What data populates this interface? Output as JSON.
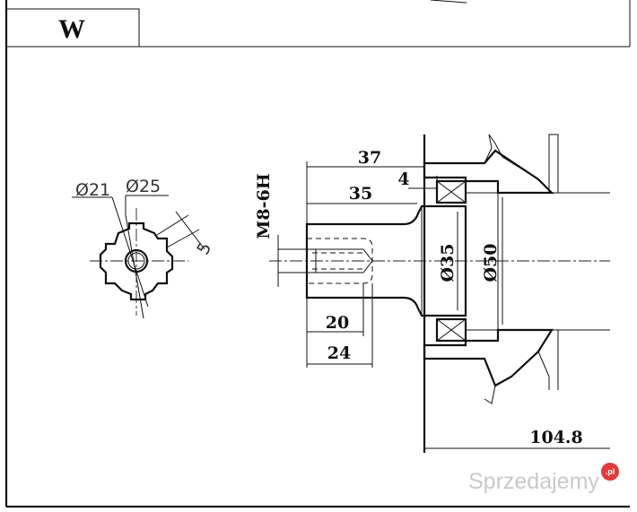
{
  "title_block": {
    "letter": "W"
  },
  "end_view": {
    "dia_inner": "Ø21",
    "dia_outer": "Ø25",
    "key_width": "5"
  },
  "side_view": {
    "thread": "M8-6H",
    "len_37": "37",
    "len_4": "4",
    "len_35": "35",
    "len_20": "20",
    "len_24": "24",
    "dia_shaft": "Ø35",
    "dia_housing": "Ø50",
    "overall": "104.8"
  },
  "watermark": {
    "text": "Sprzedajemy",
    "badge": ".pl",
    "badge_color": "#e03a3a"
  }
}
